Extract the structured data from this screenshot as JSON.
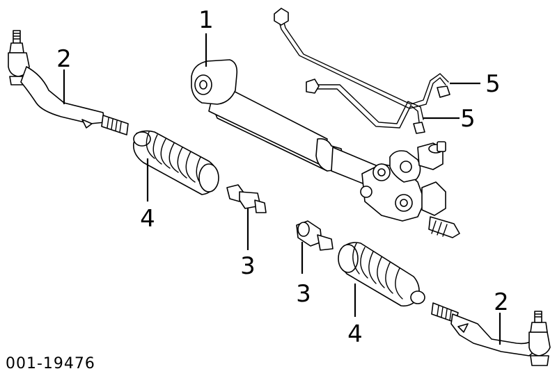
{
  "callouts": {
    "rack": "1",
    "tie_rod_end_left": "2",
    "tie_rod_end_right": "2",
    "inner_tie_rod_left": "3",
    "inner_tie_rod_right": "3",
    "boot_left": "4",
    "boot_right": "4",
    "line_upper": "5",
    "line_lower": "5"
  },
  "diagram_code": "001-19476"
}
